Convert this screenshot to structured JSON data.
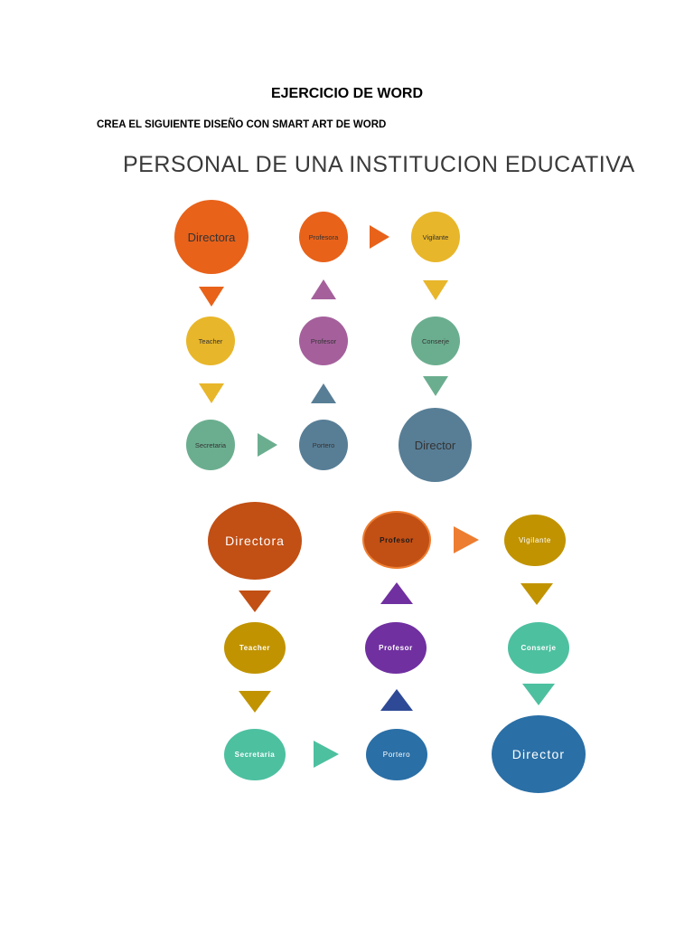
{
  "document": {
    "heading": "EJERCICIO DE WORD",
    "instruction": "CREA EL SIGUIENTE DISEÑO CON SMART ART DE WORD"
  },
  "example_diagram": {
    "title": "PERSONAL DE UNA INSTITUCION EDUCATIVA",
    "nodes": {
      "directora": "Directora",
      "profesora": "Profesora",
      "vigilante": "Vigilante",
      "teacher": "Teacher",
      "profesor": "Profesor",
      "conserje": "Conserje",
      "secretaria": "Secretaria",
      "portero": "Portero",
      "director": "Director"
    },
    "colors": {
      "orange": "#E8621A",
      "yellow": "#E8B62A",
      "purple": "#A5609C",
      "green": "#6BAE8F",
      "steel_blue": "#587E96"
    }
  },
  "result_diagram": {
    "nodes": {
      "directora": "Directora",
      "profesor_top": "Profesor",
      "vigilante": "Vigilante",
      "teacher": "Teacher",
      "profesor_mid": "Profesor",
      "conserje": "Conserje",
      "secretaria": "Secretaria",
      "portero": "Portero",
      "director": "Director"
    },
    "colors": {
      "rust": "#C24F14",
      "orange": "#ED7D31",
      "gold": "#C19300",
      "purple": "#7030A0",
      "indigo": "#2E4A96",
      "teal": "#4DC0A0",
      "blue": "#2A6FA6"
    }
  }
}
